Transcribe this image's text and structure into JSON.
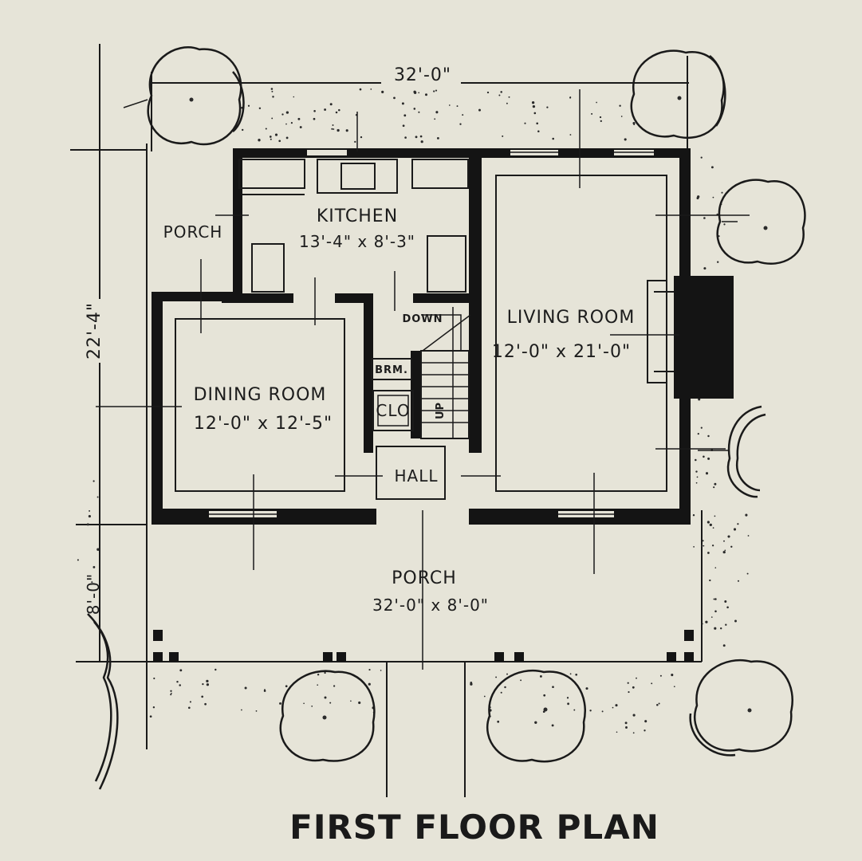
{
  "caption": "FIRST FLOOR PLAN",
  "dimensions": {
    "overall_width": "32'-0\"",
    "overall_depth": "22'-4\"",
    "porch_depth": "8'-0\""
  },
  "rooms": {
    "kitchen": {
      "name": "KITCHEN",
      "size": "13'-4\" x 8'-3\""
    },
    "back_porch": {
      "name": "PORCH"
    },
    "dining": {
      "name": "DINING ROOM",
      "size": "12'-0\" x 12'-5\""
    },
    "living": {
      "name": "LIVING ROOM",
      "size": "12'-0\" x 21'-0\""
    },
    "hall": {
      "name": "HALL"
    },
    "closet": {
      "name": "CLO"
    },
    "broom": {
      "name": "BRM."
    },
    "front_porch": {
      "name": "PORCH",
      "size": "32'-0\" x 8'-0\""
    }
  },
  "stairs": {
    "down": "DOWN",
    "up": "UP"
  },
  "colors": {
    "paper": "#e6e4d8",
    "ink": "#141414"
  }
}
